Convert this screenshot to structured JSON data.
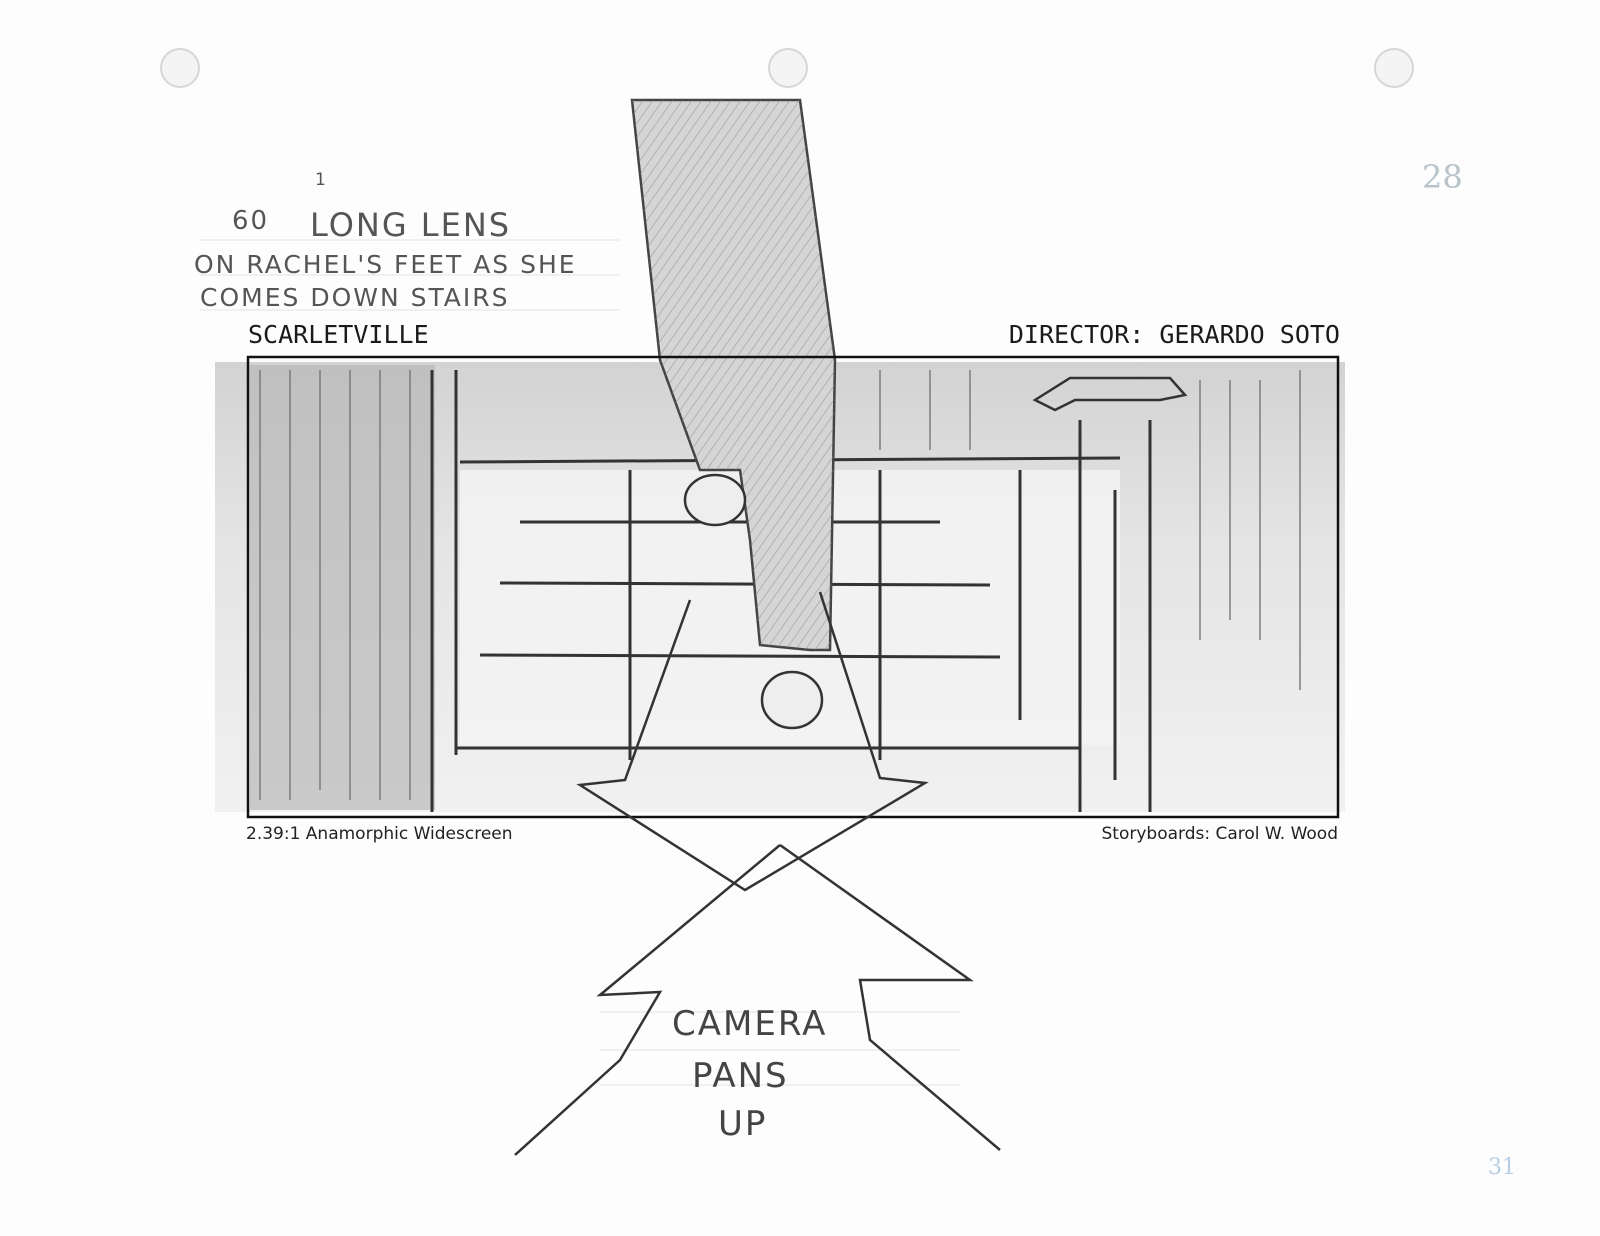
{
  "header": {
    "shot_number": "60",
    "sub_number": "1",
    "shot_title": "LONG LENS",
    "description_line1": "ON RACHEL'S FEET AS SHE",
    "description_line2": "COMES DOWN STAIRS",
    "project": "SCARLETVILLE",
    "director": "DIRECTOR: GERARDO SOTO",
    "page_number": "28"
  },
  "footer": {
    "aspect_ratio": "2.39:1 Anamorphic Widescreen",
    "credit": "Storyboards: Carol W. Wood",
    "corner_mark": "31"
  },
  "annotation": {
    "line1": "CAMERA",
    "line2": "PANS",
    "line3": "UP"
  }
}
